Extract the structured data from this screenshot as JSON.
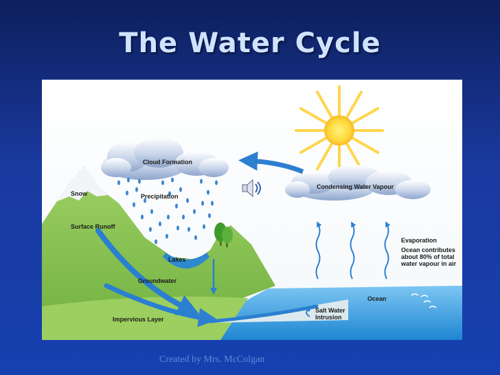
{
  "slide": {
    "title": "The Water Cycle",
    "credit": "Created by Mrs. McColgan"
  },
  "diagram": {
    "labels": {
      "cloud_formation": "Cloud Formation",
      "precipitation": "Precipitation",
      "snow": "Snow",
      "surface_runoff": "Surface Runoff",
      "lakes": "Lakes",
      "groundwater": "Groundwater",
      "impervious_layer": "Impervious Layer",
      "condensing_water_vapour": "Condensing Water Vapour",
      "evaporation": "Evaporation",
      "evaporation_note": [
        "Ocean contributes",
        "about 80% of total",
        "water vapour in air"
      ],
      "ocean": "Ocean",
      "salt_water_intrusion": [
        "Salt Water",
        "Intrusion"
      ]
    }
  },
  "icons": {
    "speaker": "speaker-icon",
    "sun": "sun-icon",
    "trees": "tree-icon"
  },
  "colors": {
    "background": "#1a3aa0",
    "title": "#cfe3ff",
    "land": "#8fc455",
    "ocean": "#2f93d8",
    "arrow": "#2878c8",
    "sun": "#ffd84a"
  }
}
